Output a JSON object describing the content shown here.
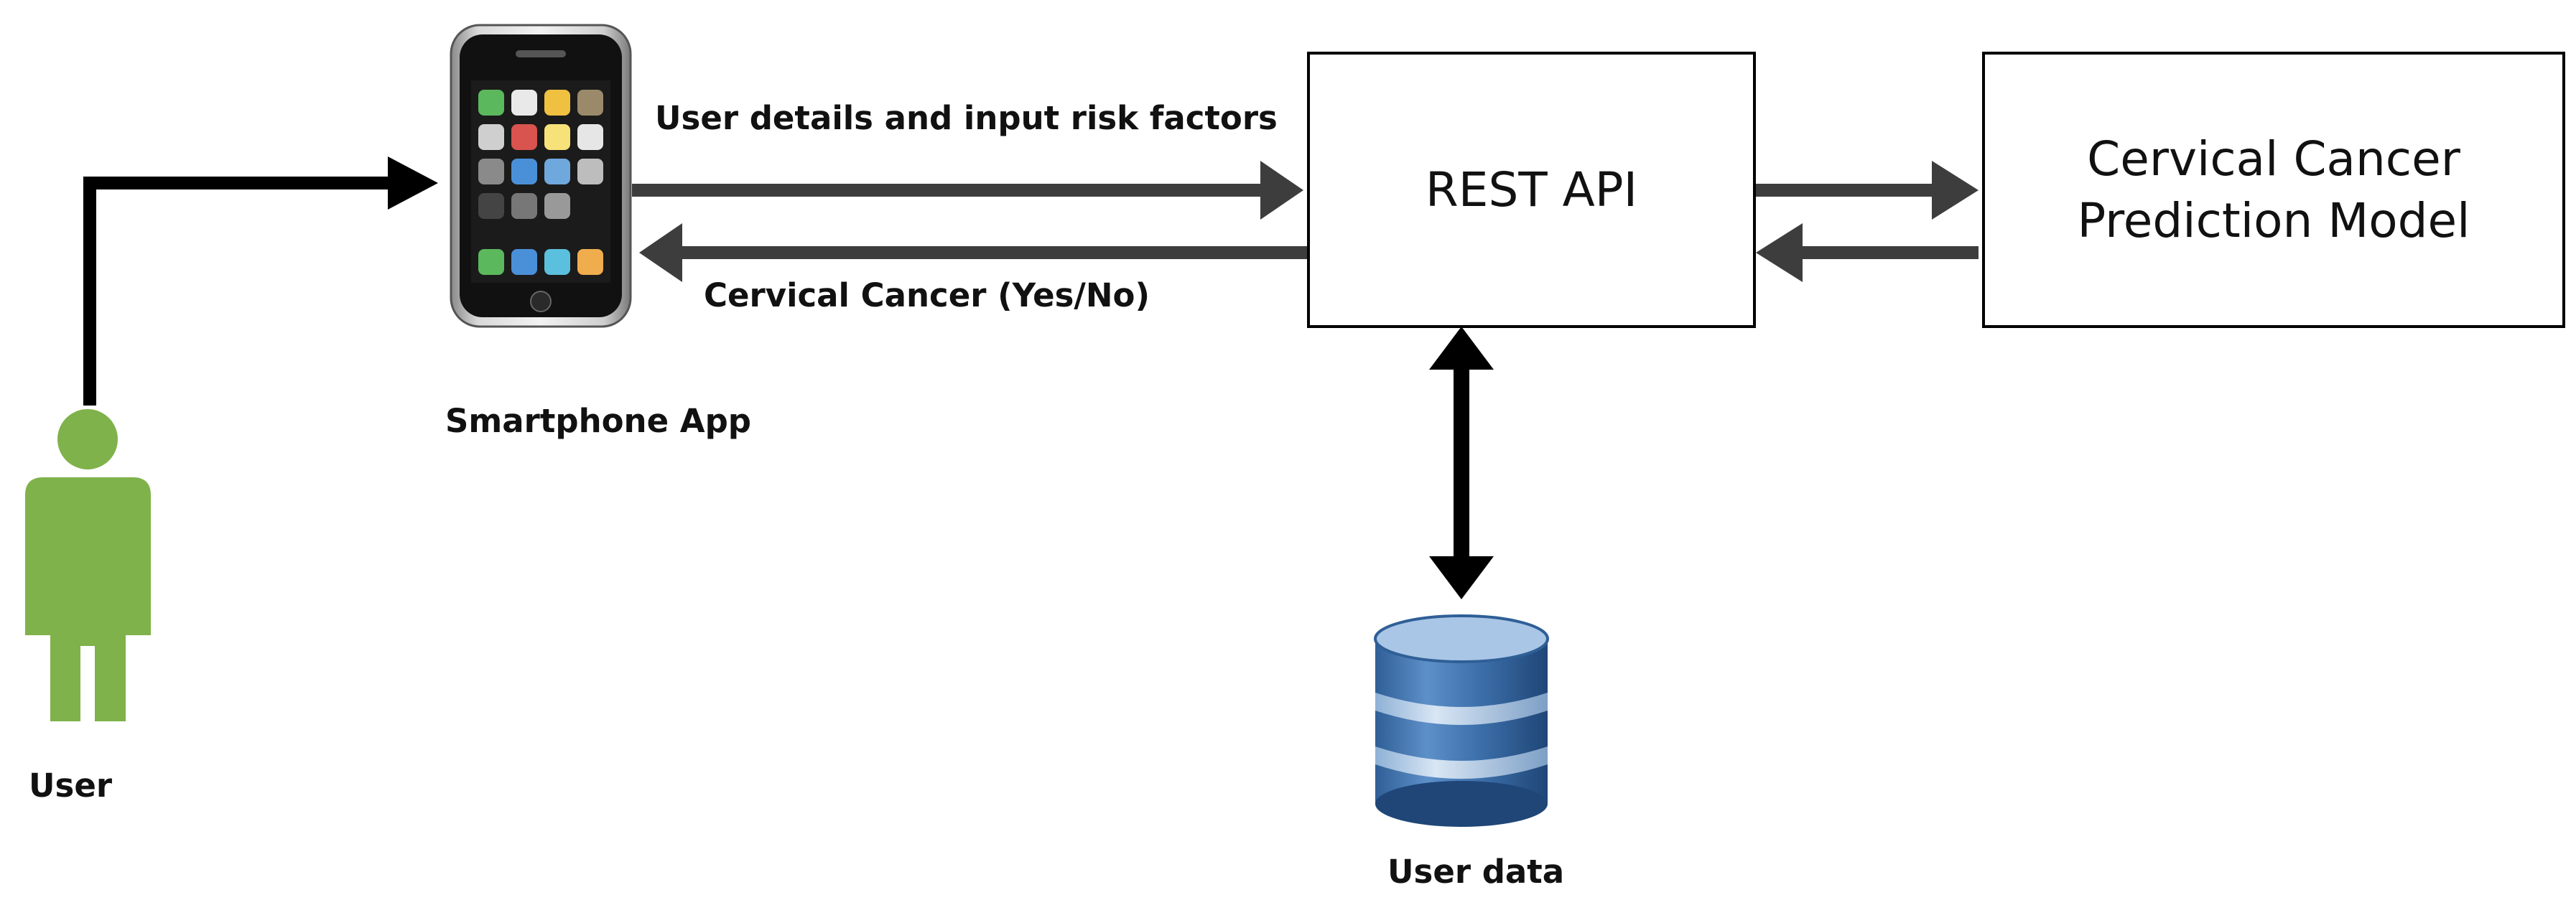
{
  "nodes": {
    "user": {
      "label": "User",
      "icon": "person-icon",
      "color": "#7fb24a"
    },
    "app": {
      "label": "Smartphone App",
      "icon": "smartphone-icon"
    },
    "api": {
      "label": "REST API"
    },
    "model": {
      "label_line1": "Cervical Cancer",
      "label_line2": "Prediction Model"
    },
    "db": {
      "label": "User data",
      "icon": "database-icon",
      "color": "#3b6ea8"
    }
  },
  "edges": {
    "request": "User details and input risk factors",
    "response": "Cervical Cancer (Yes/No)"
  },
  "colors": {
    "arrow_dark": "#000000",
    "arrow_grey": "#3d3d3d"
  }
}
